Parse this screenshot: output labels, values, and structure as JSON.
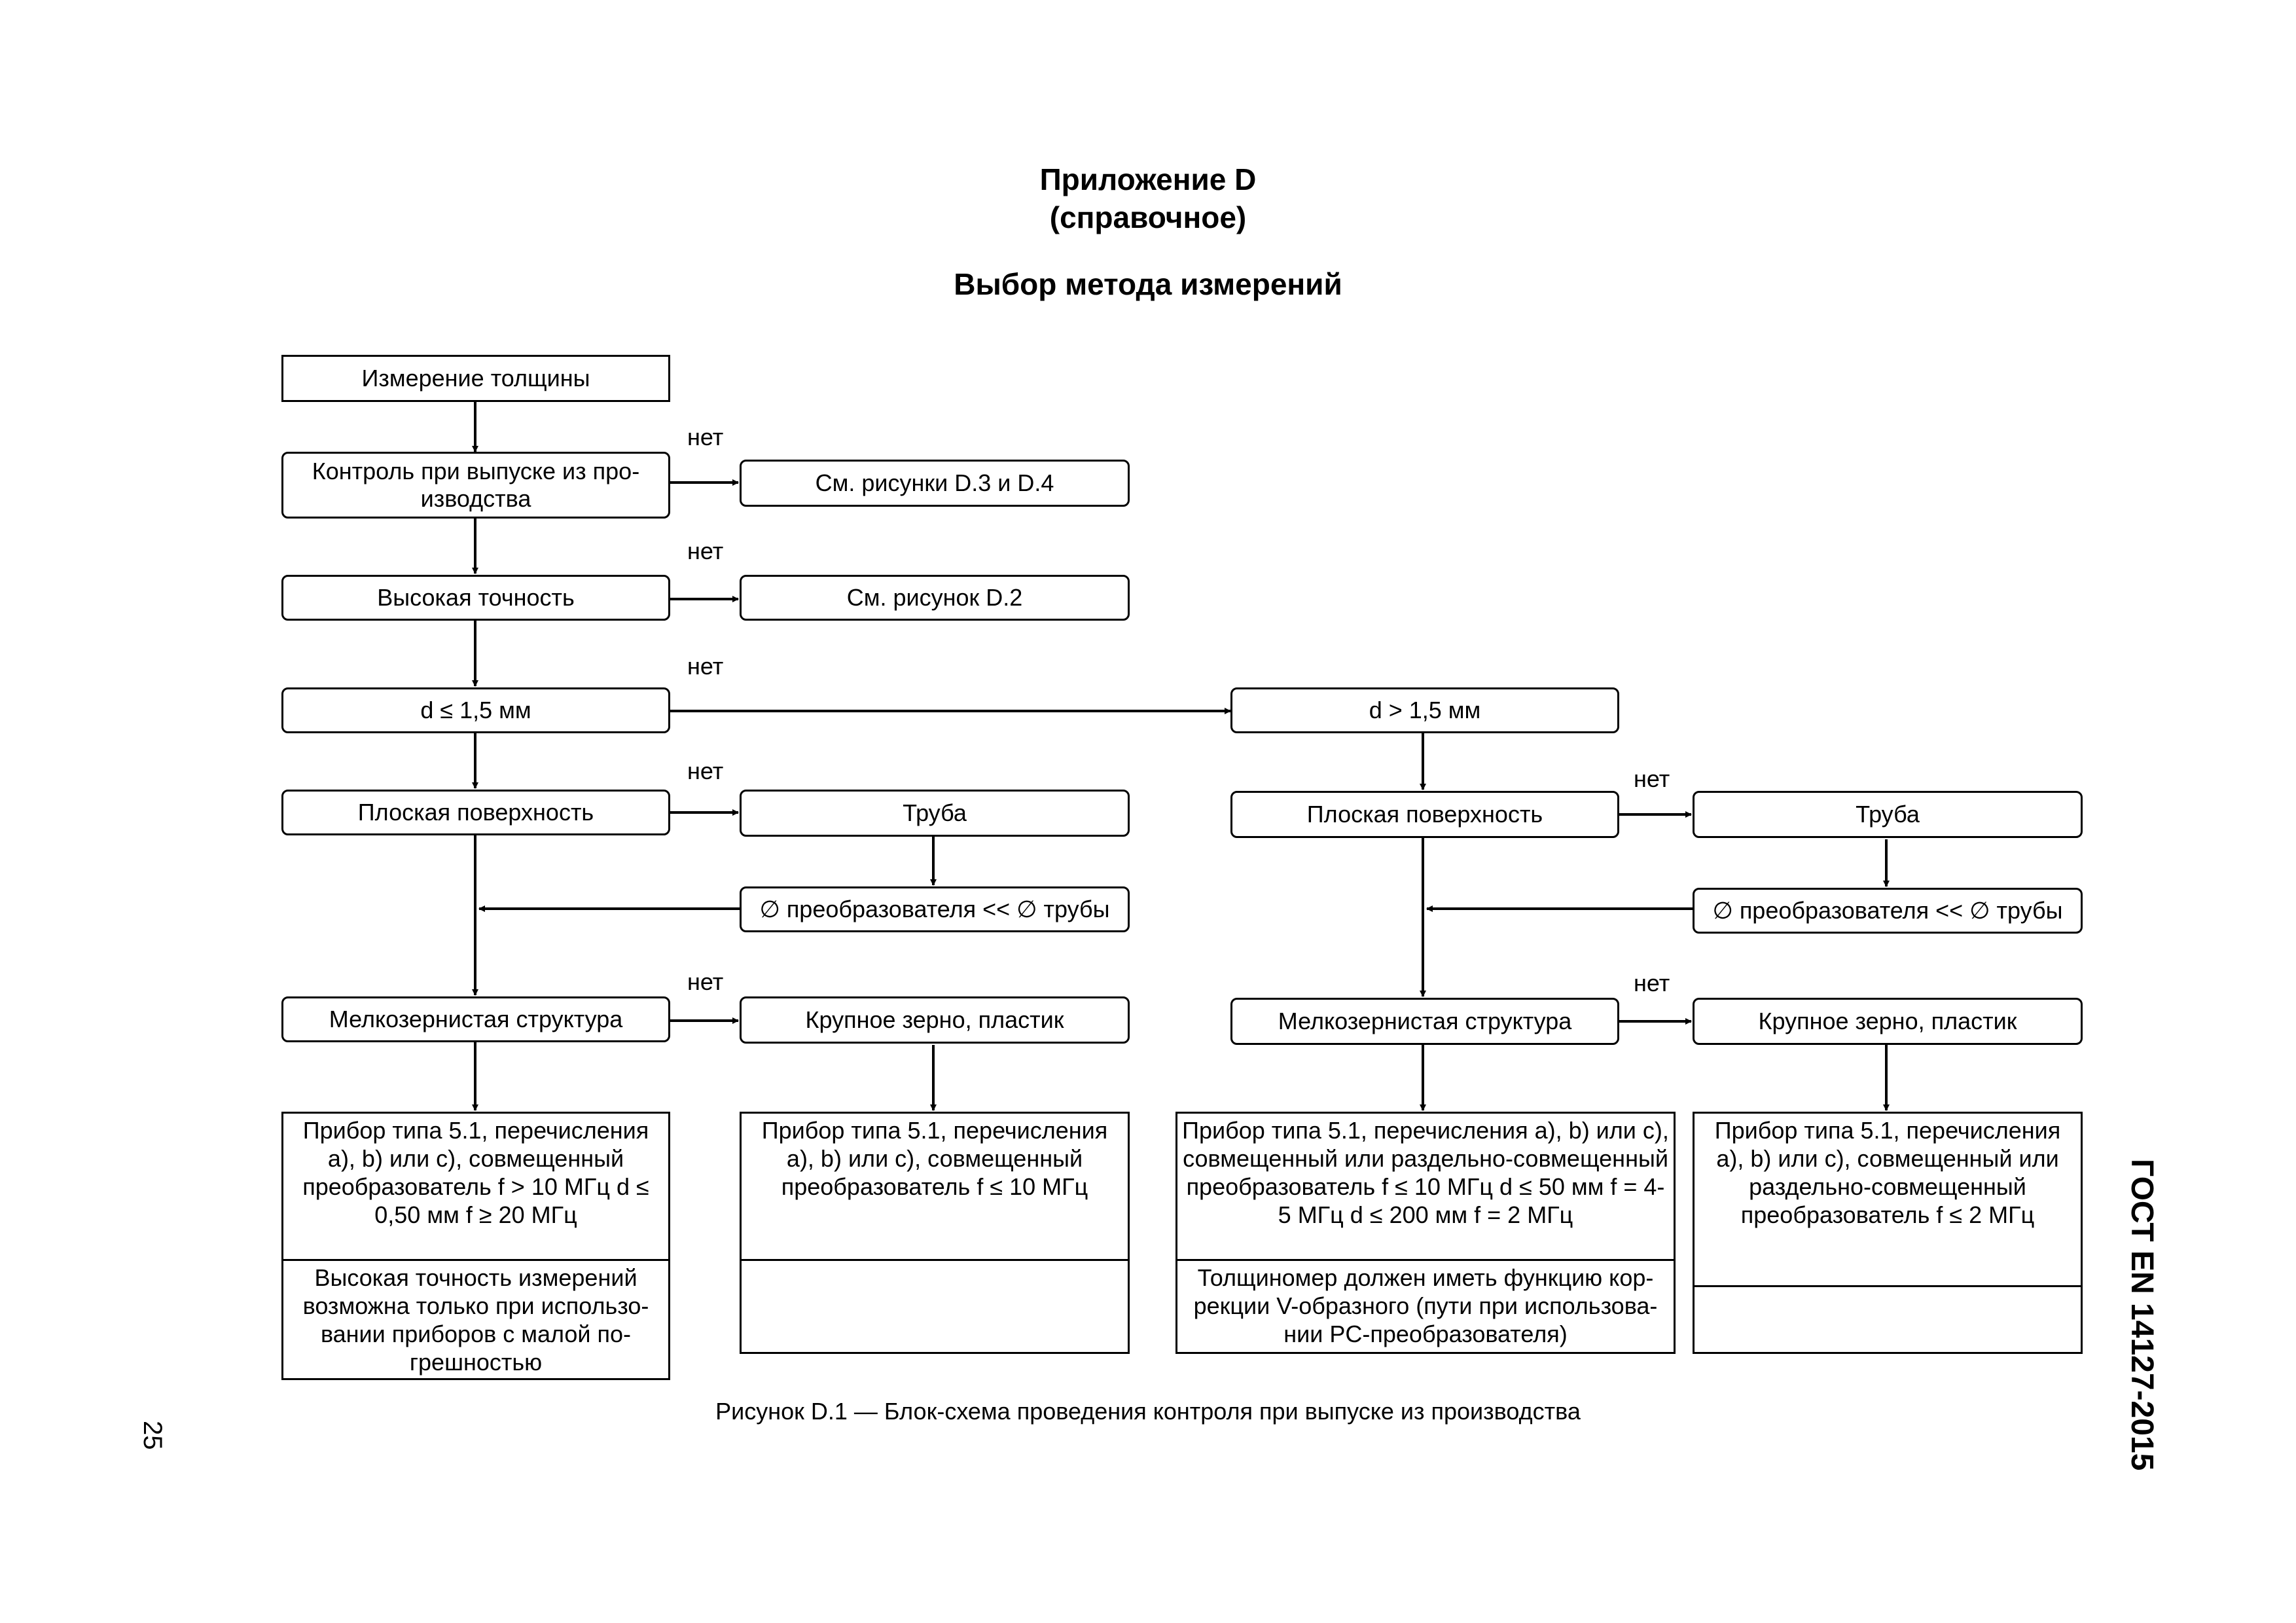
{
  "header": {
    "appendix": "Приложение D",
    "status": "(справочное)",
    "title": "Выбор метода измерений"
  },
  "no_label": "нет",
  "left": {
    "start": "Измерение толщины",
    "release_control": "Контроль при  выпуске из  про-изводства",
    "see_d3_d4": "См. рисунки D.3 и D.4",
    "high_accuracy": "Высокая точность",
    "see_d2": "См. рисунок D.2",
    "thin": "d ≤ 1,5 мм",
    "flat_surface": "Плоская поверхность",
    "pipe": "Труба",
    "transducer_vs_pipe": "∅ преобразователя << ∅ трубы",
    "fine_grain": "Мелкозернистая структура",
    "coarse_grain": "Крупное зерно, пластик",
    "result_fine": "Прибор типа 5.1, перечисления а), b) или с), совмещенный преобразователь f > 10 МГц d ≤ 0,50 мм f ≥ 20 МГц",
    "note_fine": "Высокая точность измерений возможна только при использо-вании приборов с малой по-грешностью",
    "result_coarse": "Прибор типа 5.1, перечисления а), b) или с), совмещенный преобразователь f ≤ 10 МГц",
    "note_coarse": ""
  },
  "right": {
    "thick": "d > 1,5 мм",
    "flat_surface": "Плоская поверхность",
    "pipe": "Труба",
    "transducer_vs_pipe": "∅ преобразователя << ∅ трубы",
    "fine_grain": "Мелкозернистая структура",
    "coarse_grain": "Крупное зерно, пластик",
    "result_fine": "Прибор типа 5.1, перечисления а), b) или с), совмещенный или раздельно-совмещенный преобразователь f ≤ 10 МГц d ≤ 50 мм f = 4-5 МГц d ≤ 200 мм f = 2 МГц",
    "note_fine": "Толщиномер должен иметь функцию кор-рекции V-образного (пути при использова-нии PC-преобразователя)",
    "result_coarse": "Прибор типа 5.1, перечисления а), b) или с), совмещенный или раздельно-совмещенный преобразователь f ≤ 2 МГц",
    "note_coarse": ""
  },
  "caption": "Рисунок D.1 — Блок-схема проведения контроля при выпуске из производства",
  "page_number": "25",
  "standard": "ГОСТ EN 14127-2015"
}
